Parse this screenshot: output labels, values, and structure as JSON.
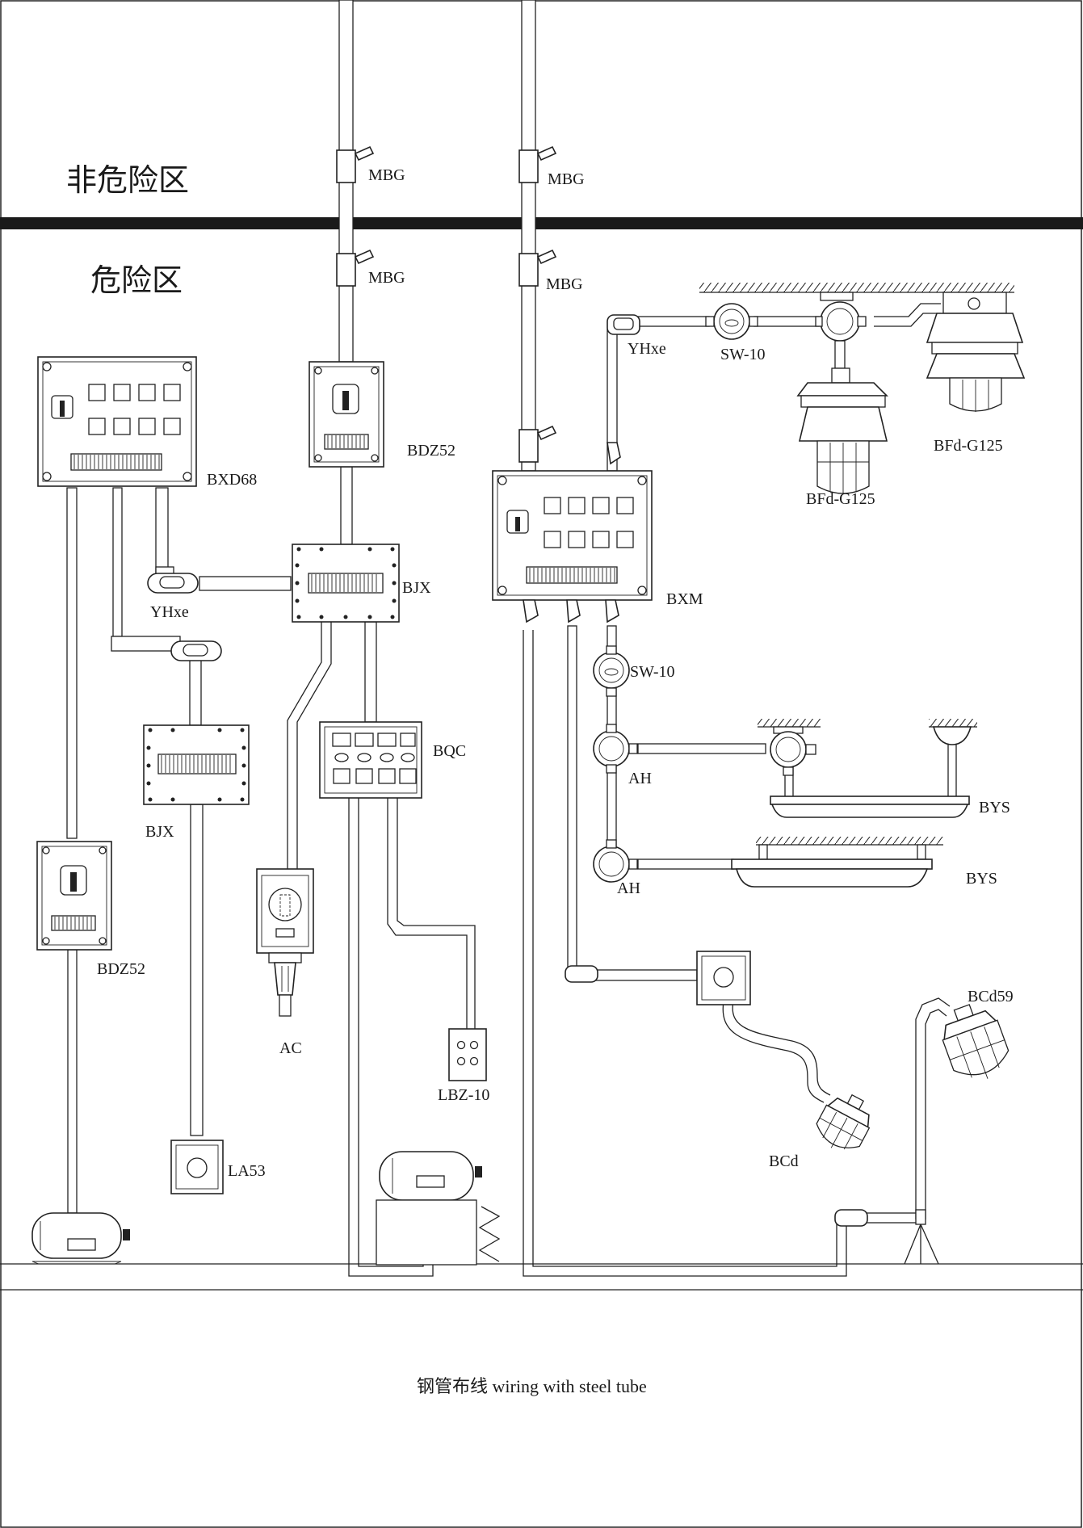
{
  "zones": {
    "non_hazardous": "非危险区",
    "hazardous": "危险区"
  },
  "labels": {
    "mbg_1": "MBG",
    "mbg_2": "MBG",
    "mbg_3": "MBG",
    "mbg_4": "MBG",
    "yhxe_top": "YHxe",
    "sw10_top": "SW-10",
    "bfd_g125_left": "BFd-G125",
    "bfd_g125_right": "BFd-G125",
    "bxd68": "BXD68",
    "bdz52_top": "BDZ52",
    "yhxe_left": "YHxe",
    "bjx_top": "BJX",
    "bxm": "BXM",
    "sw10_mid": "SW-10",
    "bqc": "BQC",
    "ah_1": "AH",
    "bys_1": "BYS",
    "bjx_left": "BJX",
    "ah_2": "AH",
    "bys_2": "BYS",
    "bdz52_left": "BDZ52",
    "bcd59": "BCd59",
    "ac": "AC",
    "lbz10": "LBZ-10",
    "bcd": "BCd",
    "la53": "LA53"
  },
  "caption": "钢管布线 wiring with steel tube",
  "colors": {
    "line": "#222222",
    "background": "#ffffff",
    "divider": "#1a1a1a"
  }
}
